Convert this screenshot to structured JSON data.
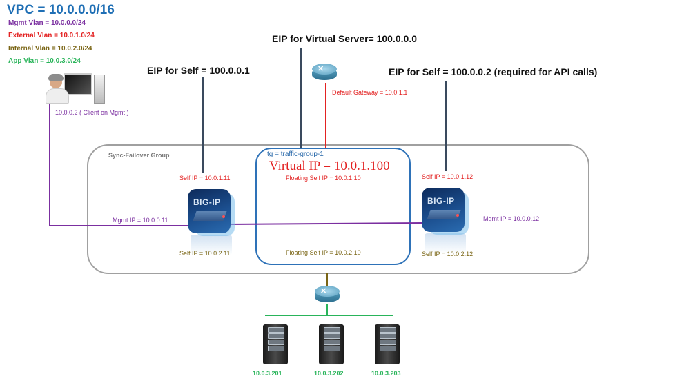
{
  "legend": {
    "vpc": "VPC = 10.0.0.0/16",
    "mgmt_vlan": "Mgmt Vlan = 10.0.0.0/24",
    "external_vlan": "External Vlan  =  10.0.1.0/24",
    "internal_vlan": "Internal Vlan  =  10.0.2.0/24",
    "app_vlan": "App Vlan  =  10.0.3.0/24"
  },
  "eips": {
    "virtual_server": "EIP for Virtual Server= 100.0.0.0",
    "self_left": "EIP for Self = 100.0.0.1",
    "self_right": "EIP for Self = 100.0.0.2 (required for API calls)"
  },
  "client": {
    "label": "10.0.0.2  ( Client on Mgmt )"
  },
  "gateway": {
    "label": "Default Gateway = 10.0.1.1"
  },
  "group": {
    "name": "Sync-Failover Group",
    "traffic_group": "tg = traffic-group-1",
    "virtual_ip": "Virtual IP = 10.0.1.100",
    "floating_external": "Floating Self IP = 10.0.1.10",
    "floating_internal": "Floating Self IP = 10.0.2.10"
  },
  "devices": [
    {
      "name": "BIG-IP",
      "self_ext": "Self IP = 10.0.1.11",
      "mgmt": "Mgmt IP = 10.0.0.11",
      "self_int": "Self IP = 10.0.2.11"
    },
    {
      "name": "BIG-IP",
      "self_ext": "Self IP = 10.0.1.12",
      "mgmt": "Mgmt IP = 10.0.0.12",
      "self_int": "Self IP = 10.0.2.12"
    }
  ],
  "servers": [
    {
      "ip": "10.0.3.201"
    },
    {
      "ip": "10.0.3.202"
    },
    {
      "ip": "10.0.3.203"
    }
  ],
  "colors": {
    "mgmt": "#7b2fa0",
    "external": "#e32222",
    "internal": "#7a6515",
    "app": "#29b45a",
    "eip": "#3a4a5e",
    "group_border": "#9a9a9a",
    "traffic_group_border": "#2e72b8"
  }
}
